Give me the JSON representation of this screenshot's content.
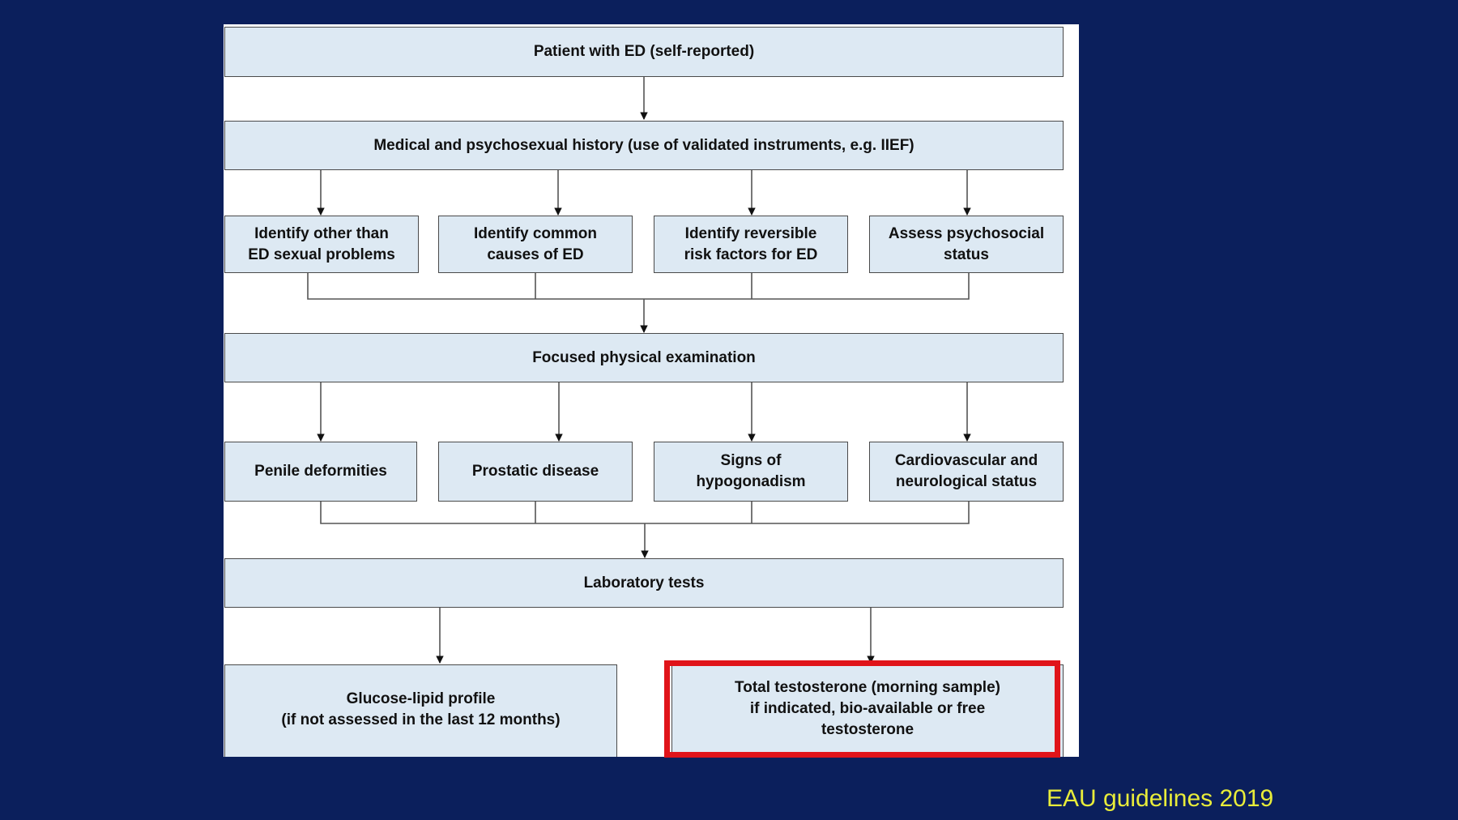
{
  "flowchart": {
    "start": "Patient with ED (self-reported)",
    "history": "Medical and psychosexual history (use of validated instruments, e.g. IIEF)",
    "history_branches": [
      "Identify other than\nED sexual problems",
      "Identify common\ncauses of ED",
      "Identify reversible\nrisk factors for ED",
      "Assess psychosocial\nstatus"
    ],
    "exam": "Focused physical examination",
    "exam_branches": [
      "Penile deformities",
      "Prostatic disease",
      "Signs of\nhypogonadism",
      "Cardiovascular and\nneurological status"
    ],
    "lab": "Laboratory tests",
    "lab_branches": [
      "Glucose-lipid profile\n(if not assessed in the last 12 months)",
      "Total testosterone (morning sample)\nif indicated, bio-available or free\ntestosterone"
    ]
  },
  "colors": {
    "background": "#0b1f5c",
    "box_fill": "#dde9f3",
    "highlight": "#e0141a",
    "source_text": "#e8ec3a"
  },
  "source": "EAU guidelines 2019"
}
